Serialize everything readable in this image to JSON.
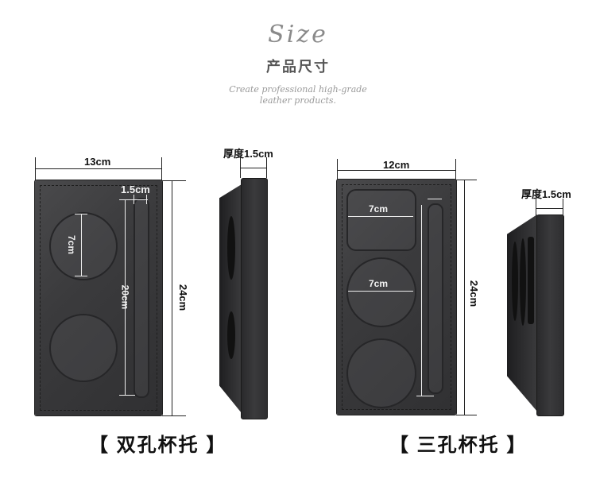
{
  "header": {
    "script_title": "Size",
    "title_cn": "产品尺寸",
    "subtitle_line1": "Create professional high-grade",
    "subtitle_line2": "leather products."
  },
  "products": [
    {
      "name": "【 双孔杯托 】",
      "width_label": "13cm",
      "height_label": "24cm",
      "slot_width_label": "1.5cm",
      "slot_length_label": "20cm",
      "hole_diameter_label": "7cm",
      "thickness_label": "厚度1.5cm",
      "holes": 2
    },
    {
      "name": "【 三孔杯托 】",
      "width_label": "12cm",
      "height_label": "24cm",
      "square_hole_label": "7cm",
      "hole_diameter_label": "7cm",
      "thickness_label": "厚度1.5cm",
      "holes": 3
    }
  ]
}
